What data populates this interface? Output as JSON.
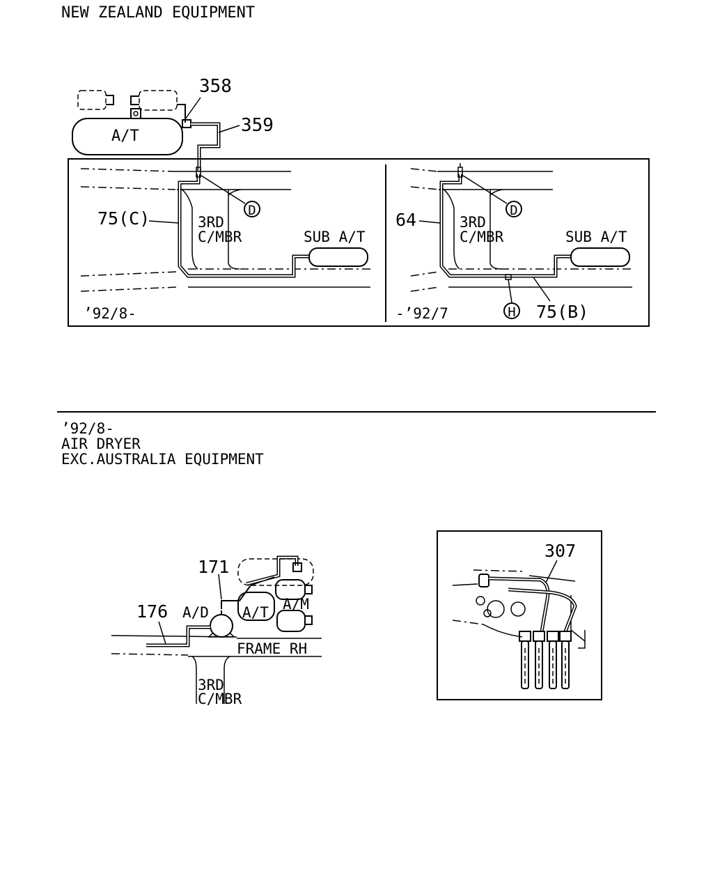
{
  "headings": {
    "nz": "NEW ZEALAND EQUIPMENT",
    "lower_line1": "’92/8-",
    "lower_line2": "AIR DRYER",
    "lower_line3": "EXC.AUSTRALIA EQUIPMENT"
  },
  "top_diagram": {
    "tank_label": "A/T",
    "callout_358": "358",
    "callout_359": "359"
  },
  "left_panel": {
    "callout_part": "75(C)",
    "member_line1": "3RD",
    "member_line2": "C/MBR",
    "sub_tank": "SUB A/T",
    "circle_ref": "D",
    "date": "’92/8-"
  },
  "right_panel": {
    "callout_part": "64",
    "member_line1": "3RD",
    "member_line2": "C/MBR",
    "sub_tank": "SUB A/T",
    "circle_ref_d": "D",
    "circle_ref_h": "H",
    "callout_pipe": "75(B)",
    "date": "-’92/7"
  },
  "air_dryer": {
    "callout_171": "171",
    "callout_176": "176",
    "dryer": "A/D",
    "air_tank": "A/T",
    "aux_tank": "A/M",
    "frame": "FRAME RH",
    "member_line1": "3RD",
    "member_line2": "C/MBR"
  },
  "detail": {
    "callout_307": "307"
  }
}
